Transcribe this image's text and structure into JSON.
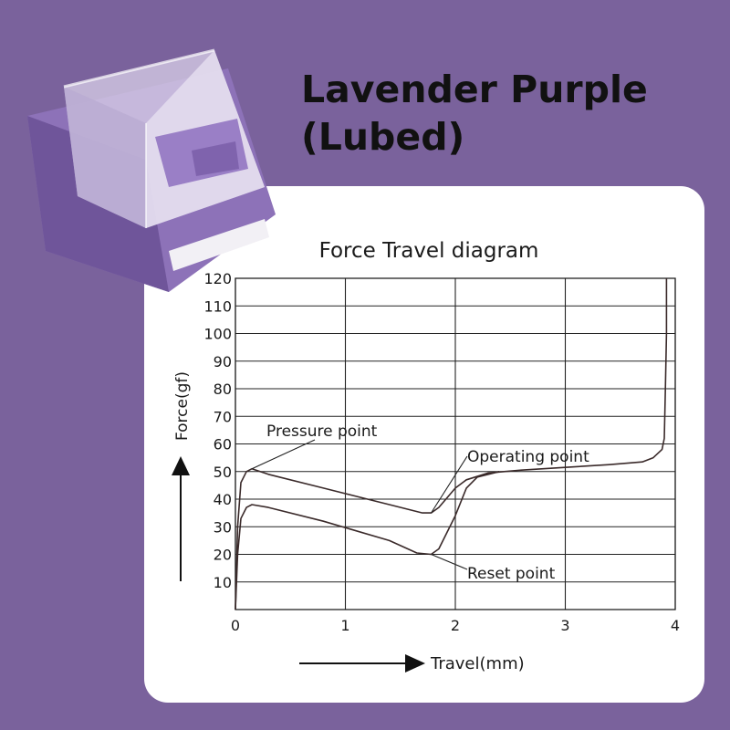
{
  "header": {
    "title_line1": "Lavender Purple",
    "title_line2": "(Lubed)"
  },
  "product_image": {
    "icon": "mechanical-switch-icon",
    "color": "#8d72b8"
  },
  "colors": {
    "background": "#7a629c",
    "card": "#ffffff",
    "curve": "#3a2a2a"
  },
  "chart_data": {
    "type": "line",
    "title": "Force Travel diagram",
    "xlabel": "Travel(mm)",
    "ylabel": "Force(gf)",
    "xlim": [
      0,
      4
    ],
    "ylim": [
      0,
      120
    ],
    "xticks": [
      "0",
      "1",
      "2",
      "3",
      "4"
    ],
    "yticks": [
      "10",
      "20",
      "30",
      "40",
      "50",
      "60",
      "70",
      "80",
      "90",
      "100",
      "110",
      "120"
    ],
    "grid": true,
    "series": [
      {
        "points": [
          [
            0,
            0
          ],
          [
            0.02,
            30
          ],
          [
            0.05,
            46
          ],
          [
            0.1,
            50
          ],
          [
            0.15,
            51
          ],
          [
            0.3,
            49
          ],
          [
            0.8,
            44
          ],
          [
            1.4,
            38
          ],
          [
            1.7,
            35
          ],
          [
            1.78,
            35
          ],
          [
            1.85,
            37
          ],
          [
            2.0,
            44
          ],
          [
            2.1,
            47
          ],
          [
            2.3,
            49.5
          ],
          [
            2.6,
            50.5
          ],
          [
            3.0,
            51.5
          ],
          [
            3.4,
            52.5
          ],
          [
            3.7,
            53.5
          ],
          [
            3.8,
            55
          ],
          [
            3.88,
            58
          ],
          [
            3.9,
            62
          ],
          [
            3.91,
            80
          ],
          [
            3.92,
            100
          ],
          [
            3.92,
            120
          ]
        ]
      },
      {
        "points": [
          [
            0,
            0
          ],
          [
            0.02,
            20
          ],
          [
            0.05,
            33
          ],
          [
            0.1,
            37
          ],
          [
            0.15,
            38
          ],
          [
            0.3,
            37
          ],
          [
            0.8,
            32
          ],
          [
            1.4,
            25
          ],
          [
            1.65,
            20.5
          ],
          [
            1.78,
            20
          ],
          [
            1.85,
            22
          ],
          [
            2.0,
            34
          ],
          [
            2.1,
            44
          ],
          [
            2.2,
            48
          ],
          [
            2.4,
            50
          ]
        ]
      }
    ],
    "annotations": [
      {
        "text": "Pressure point",
        "x": 0.15,
        "y": 51
      },
      {
        "text": "Operating point",
        "x": 1.78,
        "y": 35
      },
      {
        "text": "Reset point",
        "x": 1.78,
        "y": 20
      }
    ]
  }
}
